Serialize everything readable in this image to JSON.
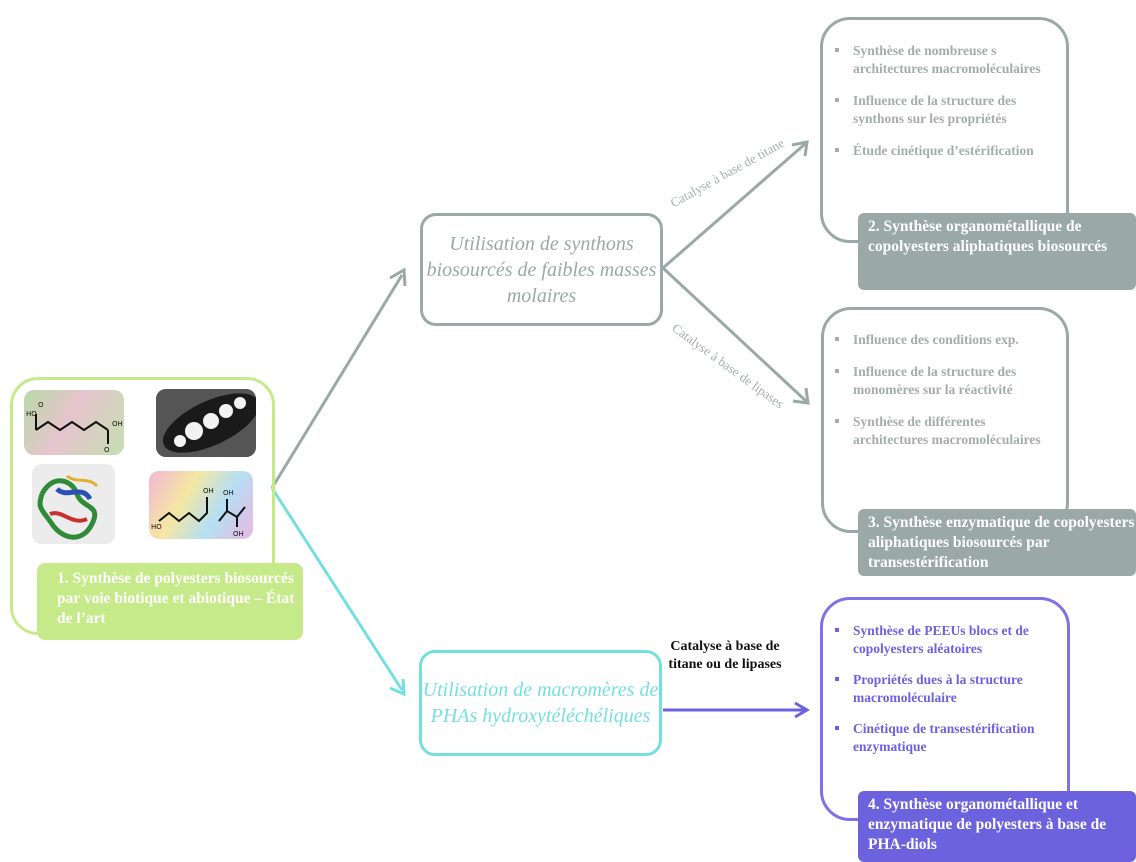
{
  "box1": {
    "label": "1. Synthèse de polyesters biosourcés par voie biotique et abiotique – État de l’art",
    "color": "#c6ea8a",
    "images": [
      "adipic-acid-molecule",
      "bacterial-cell-micrograph",
      "enzyme-protein-structure",
      "diol-molecules"
    ]
  },
  "middle": {
    "top": {
      "text": "Utilisation de synthons biosourcés  de faibles masses molaires",
      "color": "#9aa9a6"
    },
    "bottom": {
      "text": "Utilisation de macromères de PHAs hydroxytéléchéliques",
      "color": "#74e0dd"
    }
  },
  "arrows": {
    "top_right_caption": "Catalyse à base de titane",
    "bottom_right_caption": "Catalyse à base de lipases",
    "lower_caption": "Catalyse à base de titane ou de lipases"
  },
  "box2": {
    "items": [
      "Synthèse de nombreuse s architectures macromoléculaires",
      "Influence de la structure des synthons sur les propriétés",
      "Étude cinétique d’estérification"
    ],
    "label": "2. Synthèse organométallique de copolyesters aliphatiques biosourcés",
    "color": "#9aa9a6"
  },
  "box3": {
    "items": [
      "Influence des conditions exp.",
      "Influence de la structure des monomères sur la réactivité",
      "Synthèse de différentes architectures macromoléculaires"
    ],
    "label": "3. Synthèse enzymatique de copolyesters aliphatiques biosourcés par transestérification",
    "color": "#9aa9a6"
  },
  "box4": {
    "items": [
      "Synthèse de PEEUs blocs et de copolyesters aléatoires",
      "Propriétés dues à la structure macromoléculaire",
      "Cinétique de transestérification enzymatique"
    ],
    "label": "4. Synthèse organométallique et enzymatique de polyesters à base de PHA-diols",
    "color": "#6d62de"
  }
}
